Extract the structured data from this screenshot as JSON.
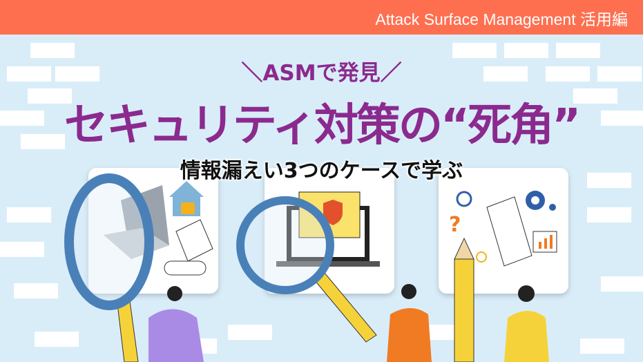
{
  "header": {
    "label": "Attack Surface Management 活用編"
  },
  "hero": {
    "tagline": "＼ASMで発見／",
    "title": "セキュリティ対策の“死角”",
    "subtitle": "情報漏えい3つのケースで学ぶ"
  },
  "colors": {
    "header": "#fe6f50",
    "title": "#8b2a8e",
    "background": "#d9edf9"
  }
}
